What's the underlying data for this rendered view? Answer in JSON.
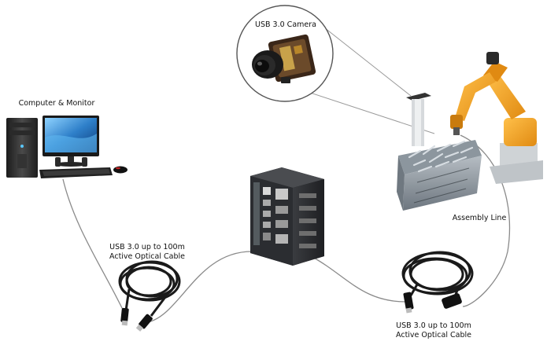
{
  "labels": {
    "camera": "USB 3.0 Camera",
    "computer": "Computer & Monitor",
    "assembly": "Assembly Line",
    "cable_left_line1": "USB 3.0 up to 100m",
    "cable_left_line2": "Active Optical Cable",
    "cable_right_line1": "USB 3.0 up to 100m",
    "cable_right_line2": "Active Optical Cable"
  },
  "colors": {
    "cable": "#8a8a8a",
    "robot": "#f5a623",
    "robot_dark": "#c97b0e",
    "device": "#2b2d31",
    "monitor_screen": "#2e7fc9",
    "parts_bin": "#5a6570"
  }
}
